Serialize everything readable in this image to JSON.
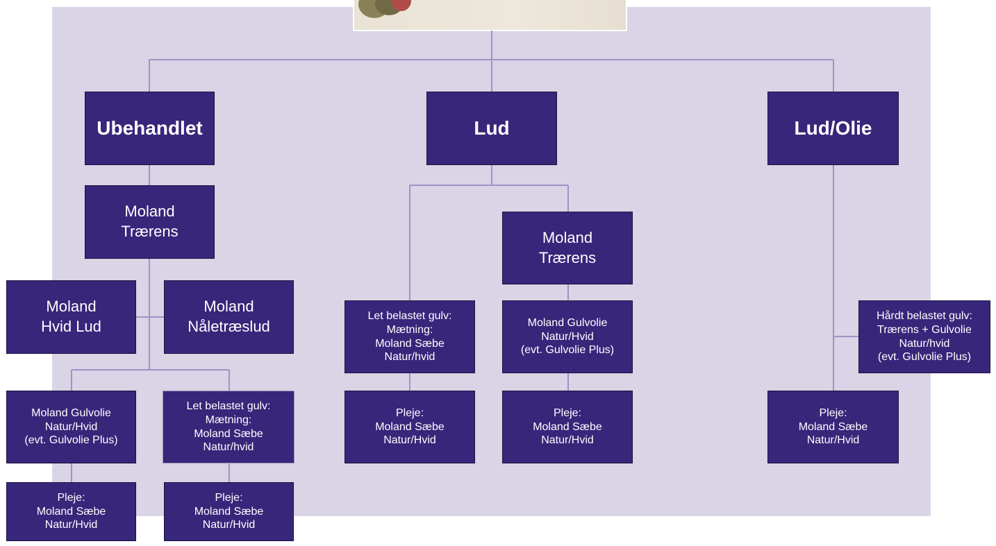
{
  "colors": {
    "panel": "#d9d4e6",
    "box": "#37267a",
    "line": "#9e93c6",
    "text": "#ffffff"
  },
  "header_image": {
    "icon": "stones-on-wood-photo"
  },
  "boxes": {
    "ubehandlet": "Ubehandlet",
    "lud": "Lud",
    "lud_olie": "Lud/Olie",
    "ub_traerens": "Moland\nTrærens",
    "ub_hvid_lud": "Moland\nHvid Lud",
    "ub_naaletraeslud": "Moland\nNåletræslud",
    "ub_gulvolie": "Moland Gulvolie\nNatur/Hvid\n(evt. Gulvolie Plus)",
    "ub_let_belastet": "Let belastet gulv:\nMætning:\nMoland Sæbe\nNatur/hvid",
    "ub_pleje_1": "Pleje:\nMoland Sæbe\nNatur/Hvid",
    "ub_pleje_2": "Pleje:\nMoland Sæbe\nNatur/Hvid",
    "lud_let_belastet": "Let belastet gulv:\nMætning:\nMoland Sæbe\nNatur/hvid",
    "lud_traerens": "Moland\nTrærens",
    "lud_gulvolie": "Moland Gulvolie\nNatur/Hvid\n(evt. Gulvolie Plus)",
    "lud_pleje_1": "Pleje:\nMoland Sæbe\nNatur/Hvid",
    "lud_pleje_2": "Pleje:\nMoland Sæbe\nNatur/Hvid",
    "lo_haardt_belastet": "Hårdt belastet gulv:\nTrærens + Gulvolie\nNatur/hvid\n(evt. Gulvolie Plus)",
    "lo_pleje": "Pleje:\nMoland Sæbe\nNatur/Hvid"
  }
}
